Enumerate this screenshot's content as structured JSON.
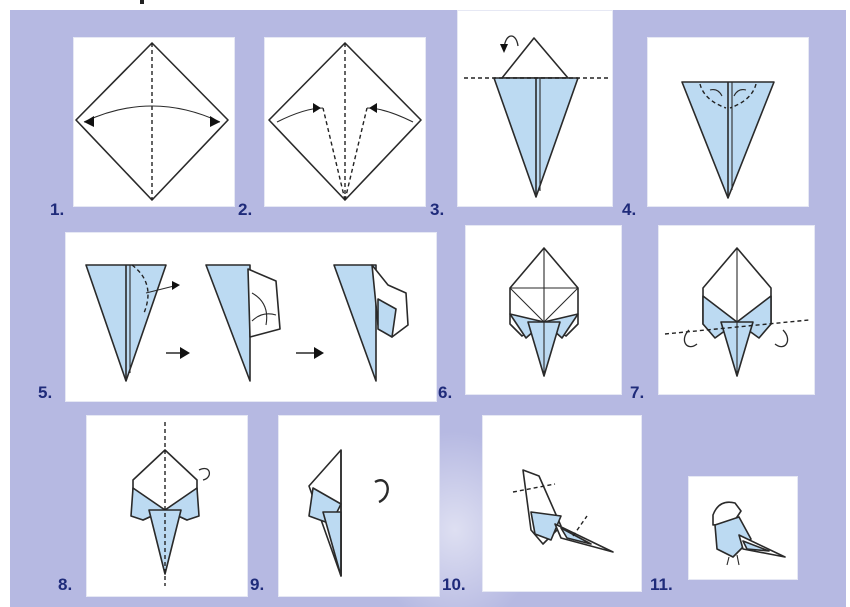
{
  "colors": {
    "background": "#b6b9e2",
    "panel": "#ffffff",
    "paper_color_side": "#bcdaf2",
    "step_number": "#1f2b7a"
  },
  "steps": [
    {
      "label": "1."
    },
    {
      "label": "2."
    },
    {
      "label": "3."
    },
    {
      "label": "4."
    },
    {
      "label": "5."
    },
    {
      "label": "6."
    },
    {
      "label": "7."
    },
    {
      "label": "8."
    },
    {
      "label": "9."
    },
    {
      "label": "10."
    },
    {
      "label": "11."
    }
  ]
}
